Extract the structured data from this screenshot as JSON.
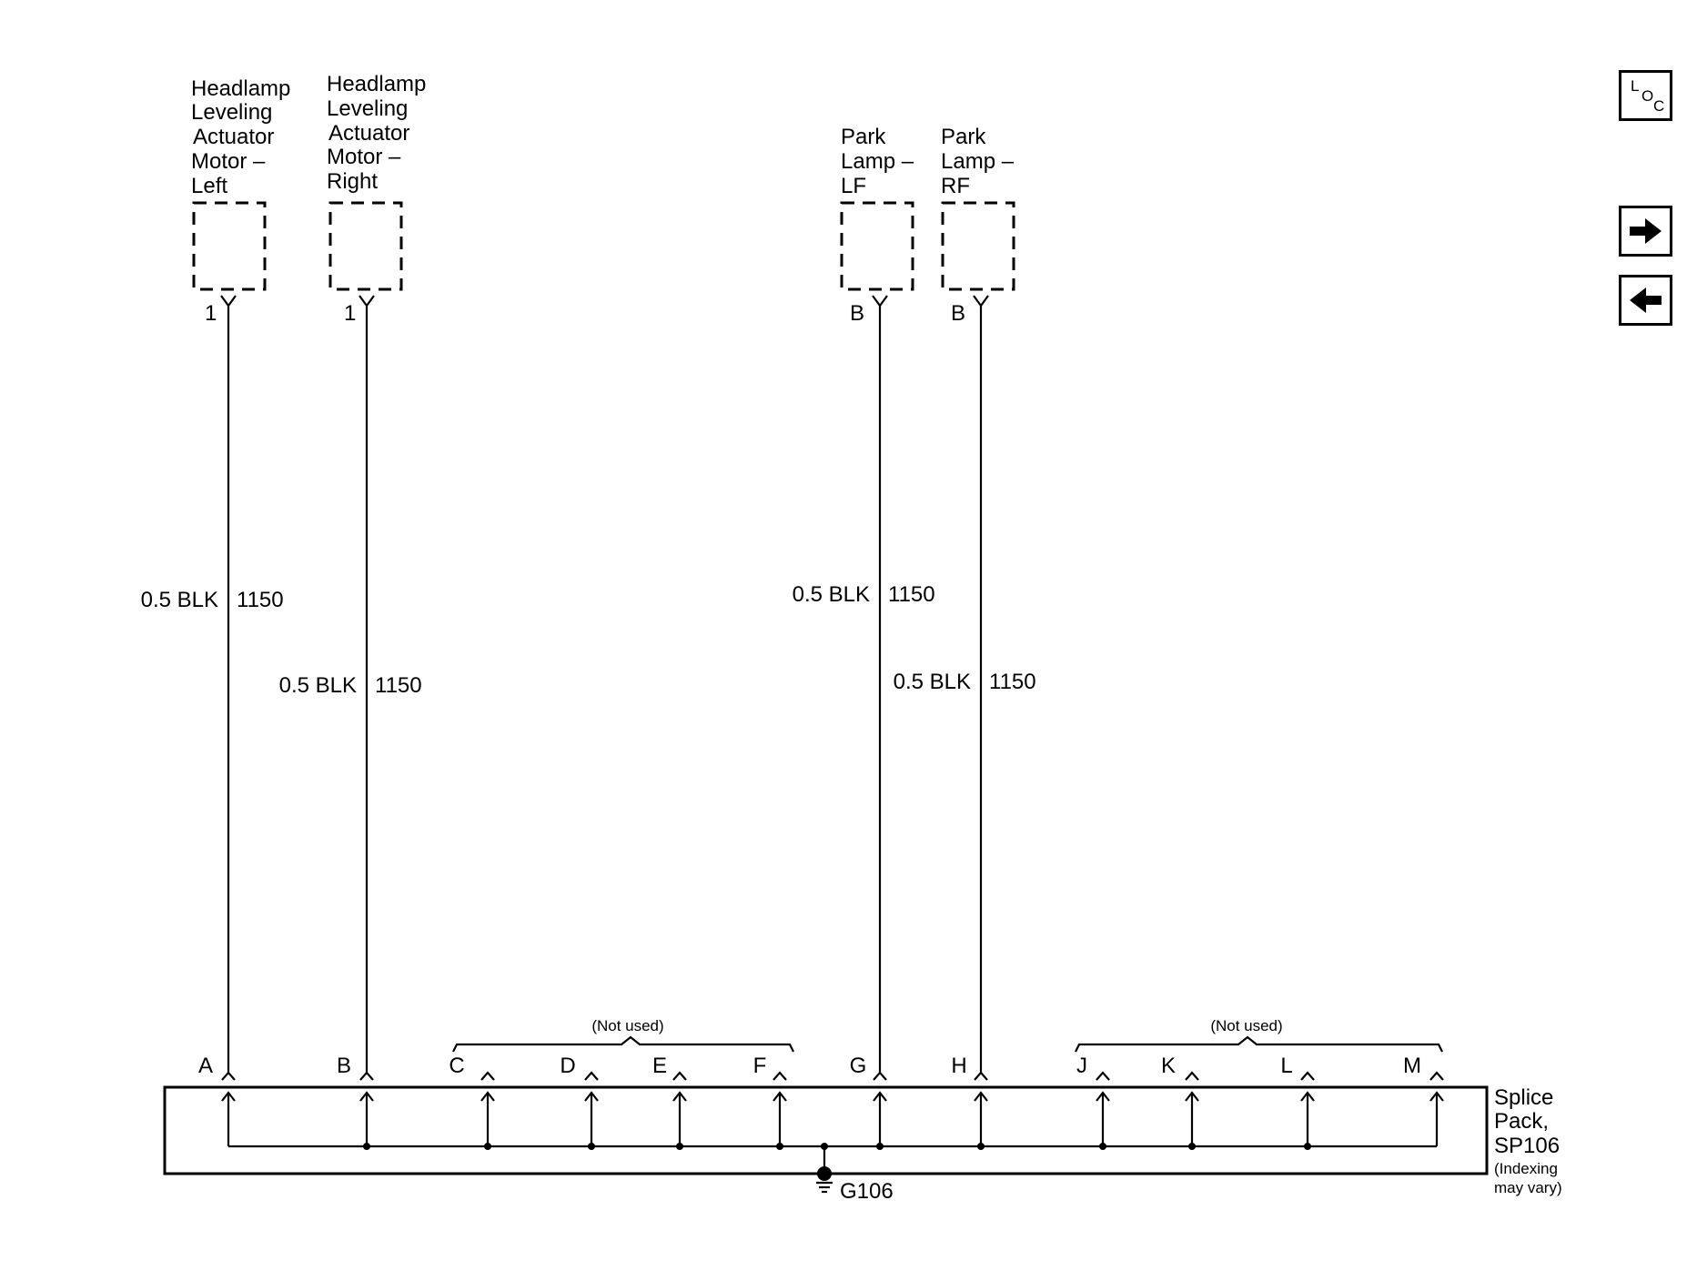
{
  "components": [
    {
      "lines": [
        "Headlamp",
        "Leveling",
        "Actuator",
        "Motor –",
        "Left"
      ],
      "pin": "1"
    },
    {
      "lines": [
        "Headlamp",
        "Leveling",
        "Actuator",
        "Motor –",
        "Right"
      ],
      "pin": "1"
    },
    {
      "lines": [
        "Park",
        "Lamp –",
        "LF"
      ],
      "pin": "B"
    },
    {
      "lines": [
        "Park",
        "Lamp –",
        "RF"
      ],
      "pin": "B"
    }
  ],
  "wires": [
    {
      "size_color": "0.5 BLK",
      "circuit": "1150"
    },
    {
      "size_color": "0.5 BLK",
      "circuit": "1150"
    },
    {
      "size_color": "0.5 BLK",
      "circuit": "1150"
    },
    {
      "size_color": "0.5 BLK",
      "circuit": "1150"
    }
  ],
  "splice_pins": [
    "A",
    "B",
    "C",
    "D",
    "E",
    "F",
    "G",
    "H",
    "J",
    "K",
    "L",
    "M"
  ],
  "not_used_label": "(Not used)",
  "splice_pack": {
    "lines": [
      "Splice",
      "Pack,",
      "SP106"
    ],
    "note_lines": [
      "(Indexing",
      "may vary)"
    ]
  },
  "ground": "G106",
  "nav": {
    "loc_icon": "loc-icon",
    "next_icon": "right-arrow-icon",
    "prev_icon": "left-arrow-icon"
  }
}
